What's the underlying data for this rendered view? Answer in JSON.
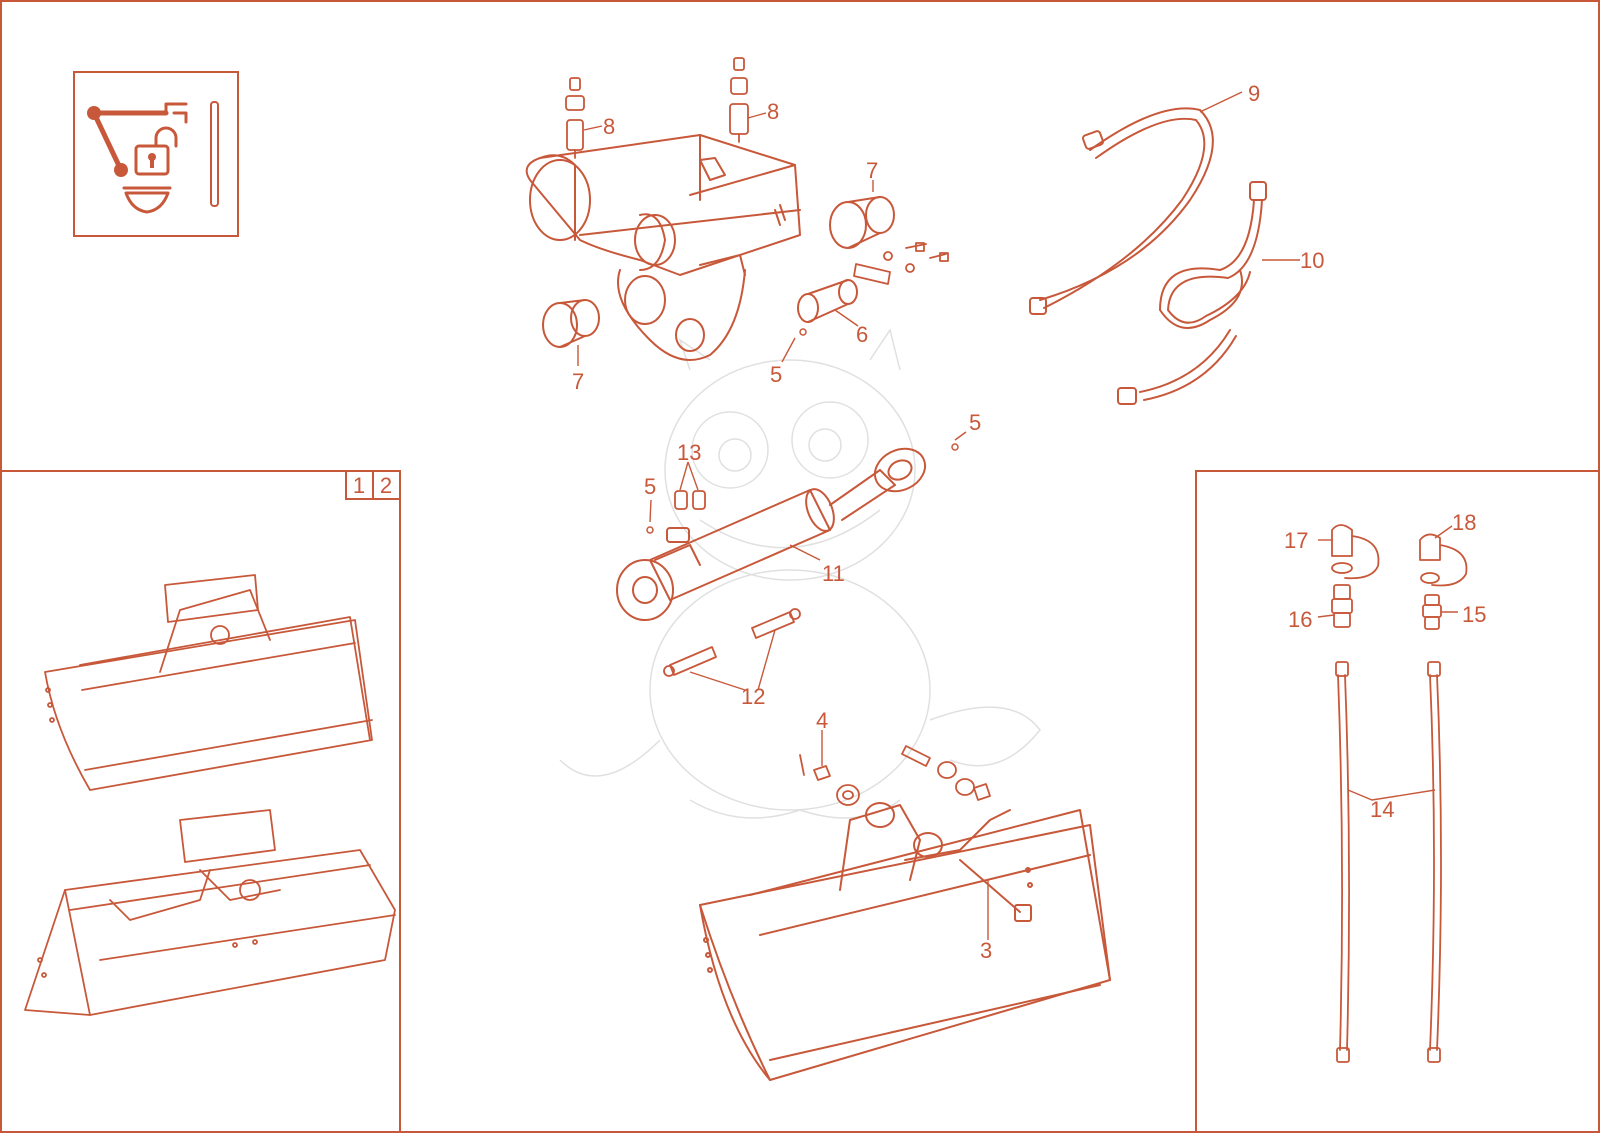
{
  "colors": {
    "ink": "#c8583a",
    "background": "#ffffff",
    "watermark": "#e0e0e0"
  },
  "legend_icon": {
    "name": "lock-unlock-tilt-icon"
  },
  "variant_box": {
    "cells": [
      "1",
      "2"
    ]
  },
  "parts": [
    {
      "id": "p8a",
      "label": "8"
    },
    {
      "id": "p8b",
      "label": "8"
    },
    {
      "id": "p7a",
      "label": "7"
    },
    {
      "id": "p7b",
      "label": "7"
    },
    {
      "id": "p6",
      "label": "6"
    },
    {
      "id": "p5a",
      "label": "5"
    },
    {
      "id": "p5b",
      "label": "5"
    },
    {
      "id": "p5c",
      "label": "5"
    },
    {
      "id": "p9",
      "label": "9"
    },
    {
      "id": "p10",
      "label": "10"
    },
    {
      "id": "p13",
      "label": "13"
    },
    {
      "id": "p11",
      "label": "11"
    },
    {
      "id": "p12",
      "label": "12"
    },
    {
      "id": "p4",
      "label": "4"
    },
    {
      "id": "p3",
      "label": "3"
    },
    {
      "id": "p17",
      "label": "17"
    },
    {
      "id": "p18",
      "label": "18"
    },
    {
      "id": "p16",
      "label": "16"
    },
    {
      "id": "p15",
      "label": "15"
    },
    {
      "id": "p14",
      "label": "14"
    }
  ]
}
